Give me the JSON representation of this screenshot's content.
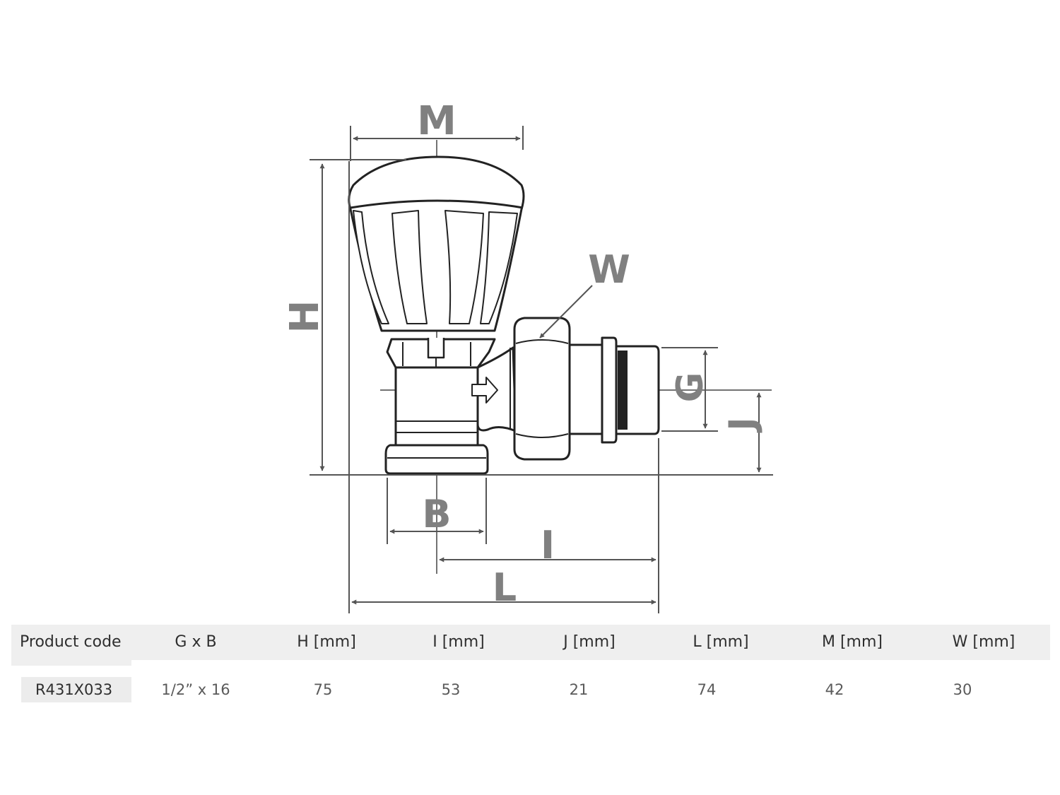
{
  "diagram": {
    "labels": {
      "M": "M",
      "H": "H",
      "W": "W",
      "G": "G",
      "J": "J",
      "B": "B",
      "I": "I",
      "L": "L"
    }
  },
  "table": {
    "headers": [
      "Product code",
      "G x B",
      "H [mm]",
      "I [mm]",
      "J [mm]",
      "L [mm]",
      "M [mm]",
      "W [mm]"
    ],
    "rows": [
      [
        "R431X033",
        "1/2” x 16",
        "75",
        "53",
        "21",
        "74",
        "42",
        "30"
      ]
    ]
  }
}
